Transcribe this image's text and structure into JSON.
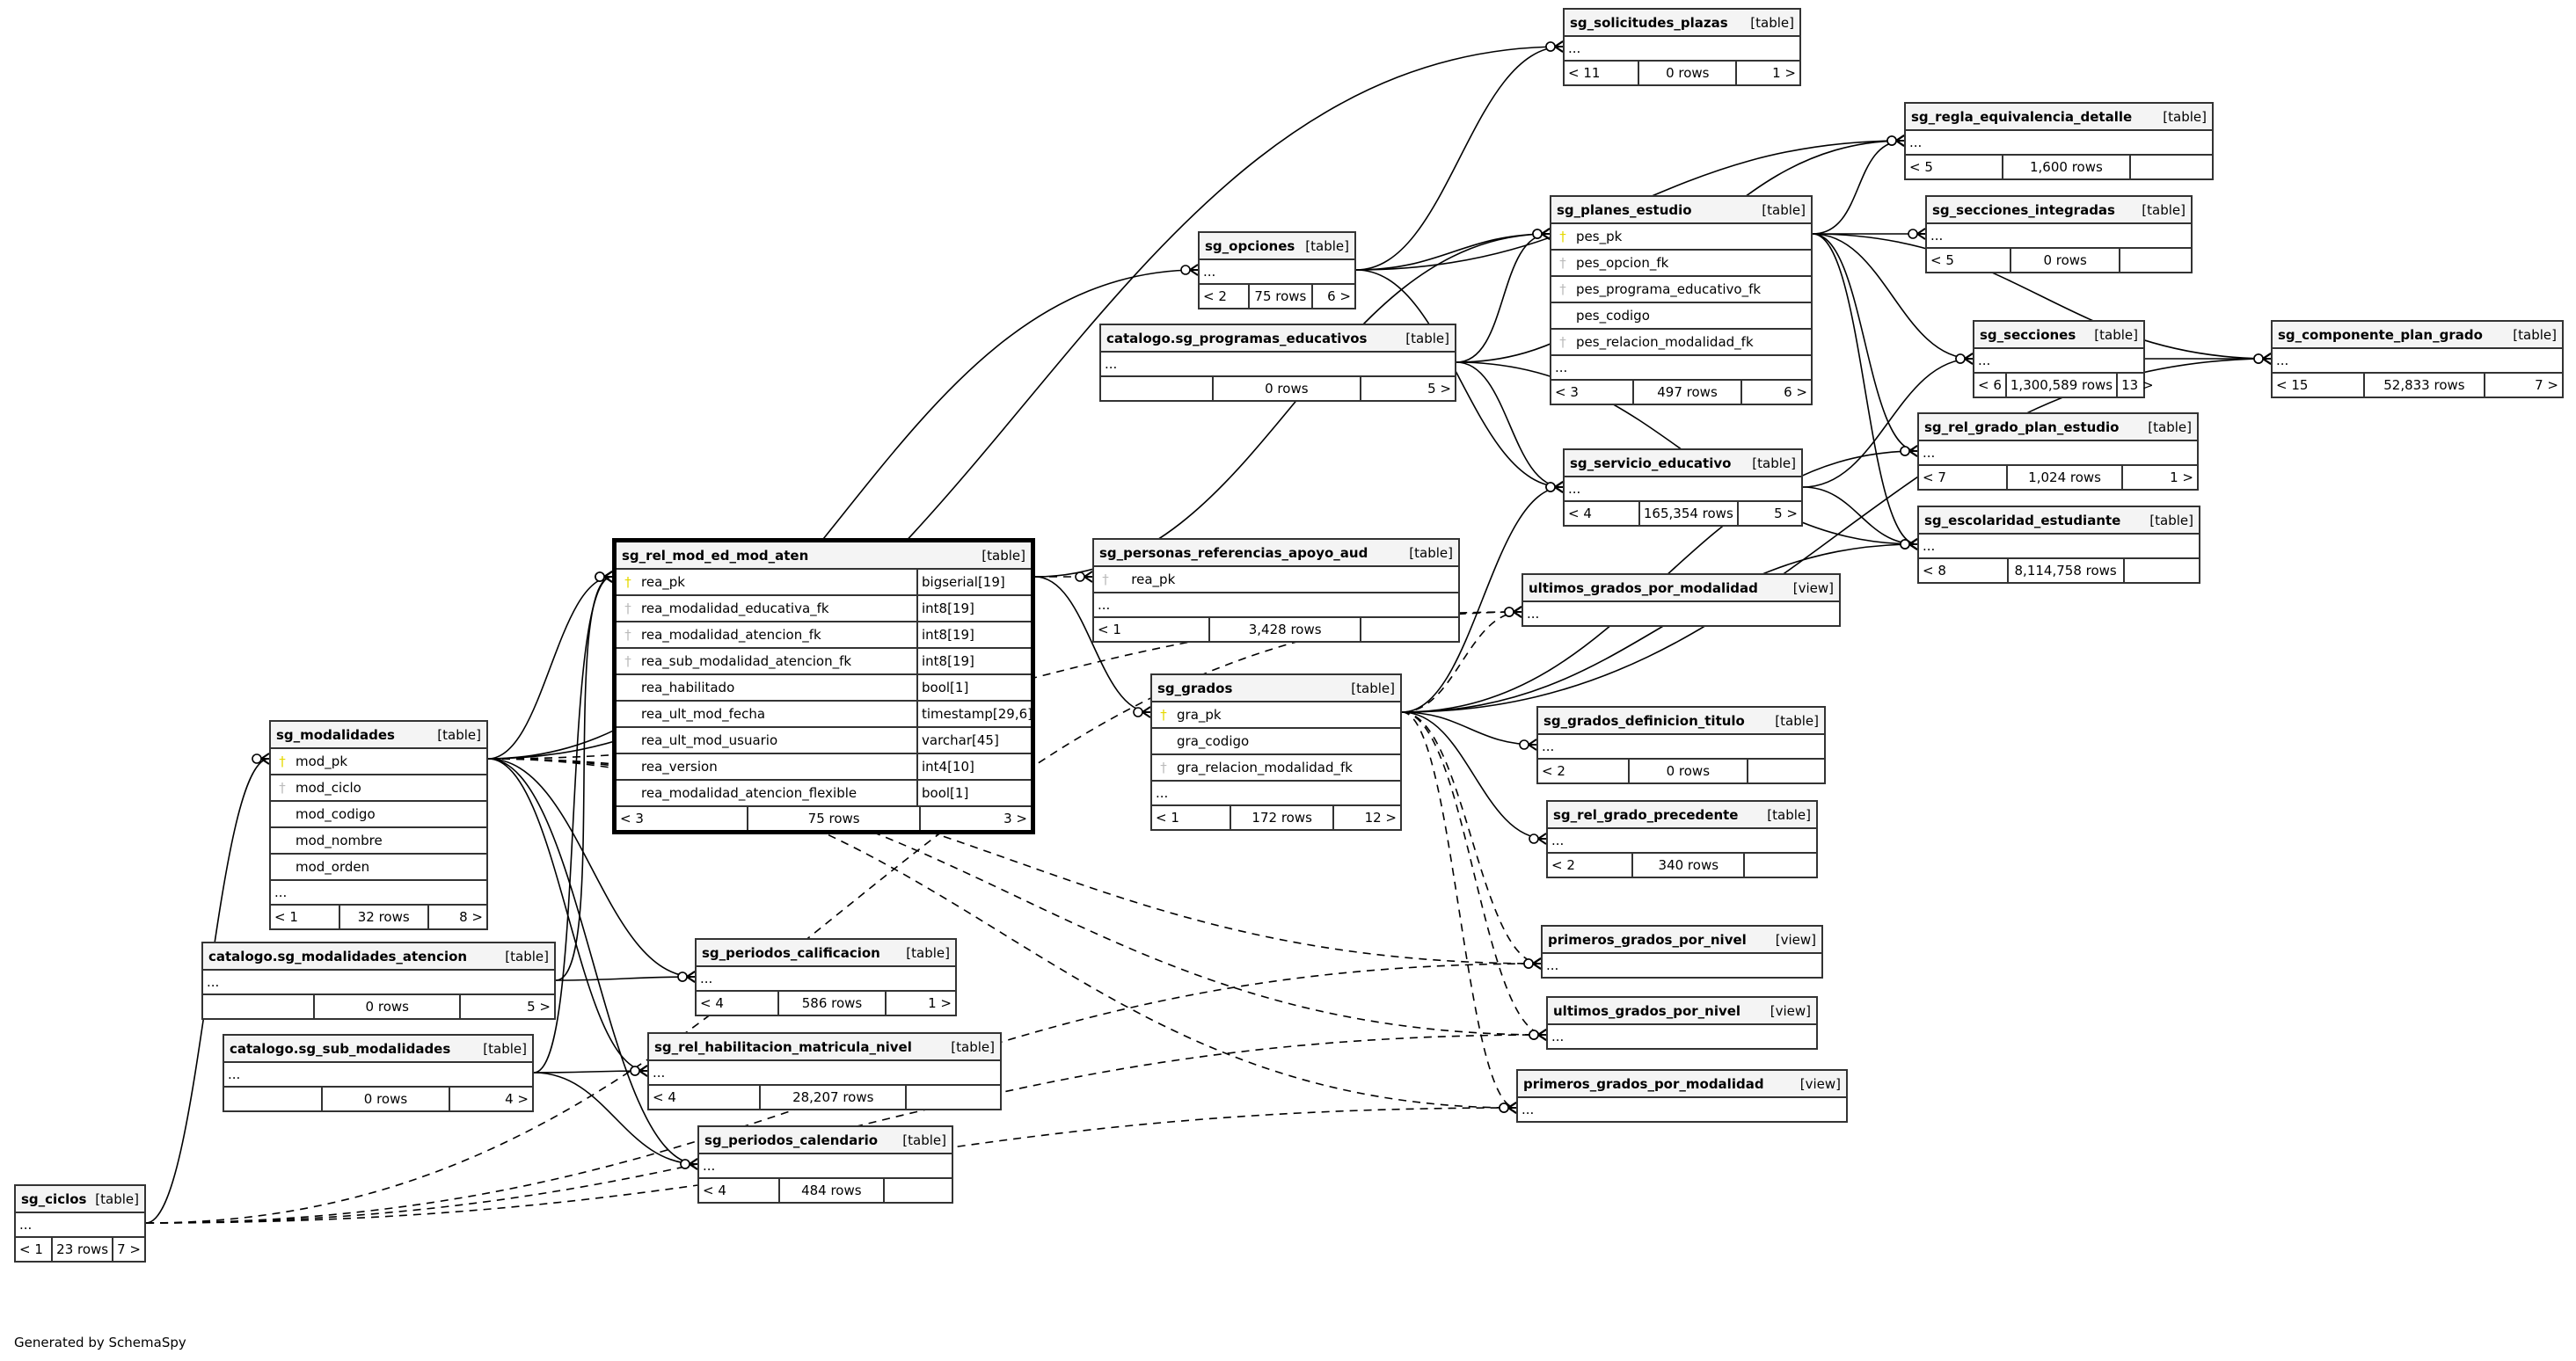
{
  "footer": "Generated by SchemaSpy",
  "tables": [
    {
      "id": "sg_solicitudes_plazas",
      "name": "sg_solicitudes_plazas",
      "kind": "[table]",
      "columns": [],
      "ellipsis": "...",
      "footer": {
        "left": "< 11",
        "rows": "0 rows",
        "right": "1 >"
      }
    },
    {
      "id": "sg_regla_equivalencia_detalle",
      "name": "sg_regla_equivalencia_detalle",
      "kind": "[table]",
      "columns": [],
      "ellipsis": "...",
      "footer": {
        "left": "< 5",
        "rows": "1,600 rows",
        "right": ""
      }
    },
    {
      "id": "sg_planes_estudio",
      "name": "sg_planes_estudio",
      "kind": "[table]",
      "columns": [
        {
          "key": "pk",
          "name": "pes_pk",
          "type": ""
        },
        {
          "key": "fk",
          "name": "pes_opcion_fk",
          "type": ""
        },
        {
          "key": "fk",
          "name": "pes_programa_educativo_fk",
          "type": ""
        },
        {
          "key": "none",
          "name": "pes_codigo",
          "type": ""
        },
        {
          "key": "fk",
          "name": "pes_relacion_modalidad_fk",
          "type": ""
        }
      ],
      "ellipsis": "...",
      "footer": {
        "left": "< 3",
        "rows": "497 rows",
        "right": "6 >"
      }
    },
    {
      "id": "sg_secciones_integradas",
      "name": "sg_secciones_integradas",
      "kind": "[table]",
      "columns": [],
      "ellipsis": "...",
      "footer": {
        "left": "< 5",
        "rows": "0 rows",
        "right": ""
      }
    },
    {
      "id": "sg_opciones",
      "name": "sg_opciones",
      "kind": "[table]",
      "columns": [],
      "ellipsis": "...",
      "footer": {
        "left": "< 2",
        "rows": "75 rows",
        "right": "6 >"
      }
    },
    {
      "id": "catalogo_sg_programas_educativos",
      "name": "catalogo.sg_programas_educativos",
      "kind": "[table]",
      "columns": [],
      "ellipsis": "...",
      "footer": {
        "left": "",
        "rows": "0 rows",
        "right": "5 >"
      }
    },
    {
      "id": "sg_secciones",
      "name": "sg_secciones",
      "kind": "[table]",
      "columns": [],
      "ellipsis": "...",
      "footer": {
        "left": "< 6",
        "rows": "1,300,589 rows",
        "right": "13 >"
      }
    },
    {
      "id": "sg_componente_plan_grado",
      "name": "sg_componente_plan_grado",
      "kind": "[table]",
      "columns": [],
      "ellipsis": "...",
      "footer": {
        "left": "< 15",
        "rows": "52,833 rows",
        "right": "7 >"
      }
    },
    {
      "id": "sg_rel_grado_plan_estudio",
      "name": "sg_rel_grado_plan_estudio",
      "kind": "[table]",
      "columns": [],
      "ellipsis": "...",
      "footer": {
        "left": "< 7",
        "rows": "1,024 rows",
        "right": "1 >"
      }
    },
    {
      "id": "sg_servicio_educativo",
      "name": "sg_servicio_educativo",
      "kind": "[table]",
      "columns": [],
      "ellipsis": "...",
      "footer": {
        "left": "< 4",
        "rows": "165,354 rows",
        "right": "5 >"
      }
    },
    {
      "id": "sg_escolaridad_estudiante",
      "name": "sg_escolaridad_estudiante",
      "kind": "[table]",
      "columns": [],
      "ellipsis": "...",
      "footer": {
        "left": "< 8",
        "rows": "8,114,758 rows",
        "right": ""
      }
    },
    {
      "id": "sg_rel_mod_ed_mod_aten",
      "name": "sg_rel_mod_ed_mod_aten",
      "kind": "[table]",
      "focus": true,
      "columns": [
        {
          "key": "pk",
          "name": "rea_pk",
          "type": "bigserial[19]"
        },
        {
          "key": "fk",
          "name": "rea_modalidad_educativa_fk",
          "type": "int8[19]"
        },
        {
          "key": "fk",
          "name": "rea_modalidad_atencion_fk",
          "type": "int8[19]"
        },
        {
          "key": "fk",
          "name": "rea_sub_modalidad_atencion_fk",
          "type": "int8[19]"
        },
        {
          "key": "none",
          "name": "rea_habilitado",
          "type": "bool[1]"
        },
        {
          "key": "none",
          "name": "rea_ult_mod_fecha",
          "type": "timestamp[29,6]"
        },
        {
          "key": "none",
          "name": "rea_ult_mod_usuario",
          "type": "varchar[45]"
        },
        {
          "key": "none",
          "name": "rea_version",
          "type": "int4[10]"
        },
        {
          "key": "none",
          "name": "rea_modalidad_atencion_flexible",
          "type": "bool[1]"
        }
      ],
      "ellipsis": null,
      "footer": {
        "left": "< 3",
        "rows": "75 rows",
        "right": "3 >"
      }
    },
    {
      "id": "sg_personas_referencias_apoyo_aud",
      "name": "sg_personas_referencias_apoyo_aud",
      "kind": "[table]",
      "columns": [
        {
          "key": "fk",
          "name": "   rea_pk",
          "type": ""
        }
      ],
      "ellipsis": "...",
      "footer": {
        "left": "< 1",
        "rows": "3,428 rows",
        "right": ""
      }
    },
    {
      "id": "ultimos_grados_por_modalidad",
      "name": "ultimos_grados_por_modalidad",
      "kind": "[view]",
      "view": true,
      "columns": [],
      "ellipsis": "..."
    },
    {
      "id": "sg_grados",
      "name": "sg_grados",
      "kind": "[table]",
      "columns": [
        {
          "key": "pk",
          "name": "gra_pk",
          "type": ""
        },
        {
          "key": "none",
          "name": "gra_codigo",
          "type": ""
        },
        {
          "key": "fk",
          "name": "gra_relacion_modalidad_fk",
          "type": ""
        }
      ],
      "ellipsis": "...",
      "footer": {
        "left": "< 1",
        "rows": "172 rows",
        "right": "12 >"
      }
    },
    {
      "id": "sg_grados_definicion_titulo",
      "name": "sg_grados_definicion_titulo",
      "kind": "[table]",
      "columns": [],
      "ellipsis": "...",
      "footer": {
        "left": "< 2",
        "rows": "0 rows",
        "right": ""
      }
    },
    {
      "id": "sg_modalidades",
      "name": "sg_modalidades",
      "kind": "[table]",
      "columns": [
        {
          "key": "pk",
          "name": "mod_pk",
          "type": ""
        },
        {
          "key": "fk",
          "name": "mod_ciclo",
          "type": ""
        },
        {
          "key": "none",
          "name": "mod_codigo",
          "type": ""
        },
        {
          "key": "none",
          "name": "mod_nombre",
          "type": ""
        },
        {
          "key": "none",
          "name": "mod_orden",
          "type": ""
        }
      ],
      "ellipsis": "...",
      "footer": {
        "left": "< 1",
        "rows": "32 rows",
        "right": "8 >"
      }
    },
    {
      "id": "sg_rel_grado_precedente",
      "name": "sg_rel_grado_precedente",
      "kind": "[table]",
      "columns": [],
      "ellipsis": "...",
      "footer": {
        "left": "< 2",
        "rows": "340 rows",
        "right": ""
      }
    },
    {
      "id": "catalogo_sg_modalidades_atencion",
      "name": "catalogo.sg_modalidades_atencion",
      "kind": "[table]",
      "columns": [],
      "ellipsis": "...",
      "footer": {
        "left": "",
        "rows": "0 rows",
        "right": "5 >"
      }
    },
    {
      "id": "sg_periodos_calificacion",
      "name": "sg_periodos_calificacion",
      "kind": "[table]",
      "columns": [],
      "ellipsis": "...",
      "footer": {
        "left": "< 4",
        "rows": "586 rows",
        "right": "1 >"
      }
    },
    {
      "id": "primeros_grados_por_nivel",
      "name": "primeros_grados_por_nivel",
      "kind": "[view]",
      "view": true,
      "columns": [],
      "ellipsis": "..."
    },
    {
      "id": "catalogo_sg_sub_modalidades",
      "name": "catalogo.sg_sub_modalidades",
      "kind": "[table]",
      "columns": [],
      "ellipsis": "...",
      "footer": {
        "left": "",
        "rows": "0 rows",
        "right": "4 >"
      }
    },
    {
      "id": "sg_rel_habilitacion_matricula_nivel",
      "name": "sg_rel_habilitacion_matricula_nivel",
      "kind": "[table]",
      "columns": [],
      "ellipsis": "...",
      "footer": {
        "left": "< 4",
        "rows": "28,207 rows",
        "right": ""
      }
    },
    {
      "id": "ultimos_grados_por_nivel",
      "name": "ultimos_grados_por_nivel",
      "kind": "[view]",
      "view": true,
      "columns": [],
      "ellipsis": "..."
    },
    {
      "id": "primeros_grados_por_modalidad",
      "name": "primeros_grados_por_modalidad",
      "kind": "[view]",
      "view": true,
      "columns": [],
      "ellipsis": "..."
    },
    {
      "id": "sg_periodos_calendario",
      "name": "sg_periodos_calendario",
      "kind": "[table]",
      "columns": [],
      "ellipsis": "...",
      "footer": {
        "left": "< 4",
        "rows": "484 rows",
        "right": ""
      }
    },
    {
      "id": "sg_ciclos",
      "name": "sg_ciclos",
      "kind": "[table]",
      "columns": [],
      "ellipsis": "...",
      "footer": {
        "left": "< 1",
        "rows": "23 rows",
        "right": "7 >"
      }
    }
  ],
  "relationships": [
    {
      "from": "sg_modalidades",
      "to": "sg_solicitudes_plazas",
      "style": "solid"
    },
    {
      "from": "sg_modalidades",
      "to": "sg_opciones",
      "style": "solid"
    },
    {
      "from": "sg_modalidades",
      "to": "sg_rel_mod_ed_mod_aten",
      "style": "solid"
    },
    {
      "from": "sg_modalidades",
      "to": "ultimos_grados_por_modalidad",
      "style": "dashed"
    },
    {
      "from": "sg_modalidades",
      "to": "primeros_grados_por_nivel",
      "style": "dashed"
    },
    {
      "from": "sg_modalidades",
      "to": "ultimos_grados_por_nivel",
      "style": "dashed"
    },
    {
      "from": "sg_modalidades",
      "to": "primeros_grados_por_modalidad",
      "style": "dashed"
    },
    {
      "from": "sg_modalidades",
      "to": "sg_periodos_calificacion",
      "style": "solid"
    },
    {
      "from": "sg_modalidades",
      "to": "sg_rel_habilitacion_matricula_nivel",
      "style": "solid"
    },
    {
      "from": "sg_modalidades",
      "to": "sg_periodos_calendario",
      "style": "solid"
    },
    {
      "from": "sg_ciclos",
      "to": "sg_modalidades",
      "style": "solid"
    },
    {
      "from": "sg_ciclos",
      "to": "ultimos_grados_por_modalidad",
      "style": "dashed"
    },
    {
      "from": "sg_ciclos",
      "to": "primeros_grados_por_nivel",
      "style": "dashed"
    },
    {
      "from": "sg_ciclos",
      "to": "ultimos_grados_por_nivel",
      "style": "dashed"
    },
    {
      "from": "sg_ciclos",
      "to": "primeros_grados_por_modalidad",
      "style": "dashed"
    },
    {
      "from": "catalogo_sg_modalidades_atencion",
      "to": "sg_rel_mod_ed_mod_aten",
      "style": "solid"
    },
    {
      "from": "catalogo_sg_modalidades_atencion",
      "to": "sg_periodos_calificacion",
      "style": "solid"
    },
    {
      "from": "catalogo_sg_sub_modalidades",
      "to": "sg_rel_mod_ed_mod_aten",
      "style": "solid"
    },
    {
      "from": "catalogo_sg_sub_modalidades",
      "to": "sg_rel_habilitacion_matricula_nivel",
      "style": "solid"
    },
    {
      "from": "catalogo_sg_sub_modalidades",
      "to": "sg_periodos_calendario",
      "style": "solid"
    },
    {
      "from": "sg_rel_mod_ed_mod_aten",
      "to": "sg_personas_referencias_apoyo_aud",
      "style": "dashed"
    },
    {
      "from": "sg_rel_mod_ed_mod_aten",
      "to": "sg_planes_estudio",
      "style": "solid"
    },
    {
      "from": "sg_rel_mod_ed_mod_aten",
      "to": "sg_grados",
      "style": "solid"
    },
    {
      "from": "sg_opciones",
      "to": "sg_planes_estudio",
      "style": "solid"
    },
    {
      "from": "sg_opciones",
      "to": "sg_solicitudes_plazas",
      "style": "solid"
    },
    {
      "from": "sg_opciones",
      "to": "sg_regla_equivalencia_detalle",
      "style": "solid"
    },
    {
      "from": "sg_opciones",
      "to": "sg_servicio_educativo",
      "style": "solid"
    },
    {
      "from": "catalogo_sg_programas_educativos",
      "to": "sg_planes_estudio",
      "style": "solid"
    },
    {
      "from": "catalogo_sg_programas_educativos",
      "to": "sg_servicio_educativo",
      "style": "solid"
    },
    {
      "from": "catalogo_sg_programas_educativos",
      "to": "sg_regla_equivalencia_detalle",
      "style": "solid"
    },
    {
      "from": "catalogo_sg_programas_educativos",
      "to": "sg_escolaridad_estudiante",
      "style": "solid"
    },
    {
      "from": "sg_planes_estudio",
      "to": "sg_secciones_integradas",
      "style": "solid"
    },
    {
      "from": "sg_planes_estudio",
      "to": "sg_regla_equivalencia_detalle",
      "style": "solid"
    },
    {
      "from": "sg_planes_estudio",
      "to": "sg_secciones",
      "style": "solid"
    },
    {
      "from": "sg_planes_estudio",
      "to": "sg_componente_plan_grado",
      "style": "solid"
    },
    {
      "from": "sg_planes_estudio",
      "to": "sg_rel_grado_plan_estudio",
      "style": "solid"
    },
    {
      "from": "sg_planes_estudio",
      "to": "sg_escolaridad_estudiante",
      "style": "solid"
    },
    {
      "from": "sg_secciones",
      "to": "sg_componente_plan_grado",
      "style": "solid"
    },
    {
      "from": "sg_servicio_educativo",
      "to": "sg_secciones",
      "style": "solid"
    },
    {
      "from": "sg_servicio_educativo",
      "to": "sg_escolaridad_estudiante",
      "style": "solid"
    },
    {
      "from": "sg_grados",
      "to": "sg_servicio_educativo",
      "style": "solid"
    },
    {
      "from": "sg_grados",
      "to": "sg_rel_grado_plan_estudio",
      "style": "solid"
    },
    {
      "from": "sg_grados",
      "to": "sg_escolaridad_estudiante",
      "style": "solid"
    },
    {
      "from": "sg_grados",
      "to": "sg_componente_plan_grado",
      "style": "solid"
    },
    {
      "from": "sg_grados",
      "to": "sg_grados_definicion_titulo",
      "style": "solid"
    },
    {
      "from": "sg_grados",
      "to": "sg_rel_grado_precedente",
      "style": "solid"
    },
    {
      "from": "sg_grados",
      "to": "ultimos_grados_por_modalidad",
      "style": "dashed"
    },
    {
      "from": "sg_grados",
      "to": "primeros_grados_por_nivel",
      "style": "dashed"
    },
    {
      "from": "sg_grados",
      "to": "ultimos_grados_por_nivel",
      "style": "dashed"
    },
    {
      "from": "sg_grados",
      "to": "primeros_grados_por_modalidad",
      "style": "dashed"
    }
  ]
}
